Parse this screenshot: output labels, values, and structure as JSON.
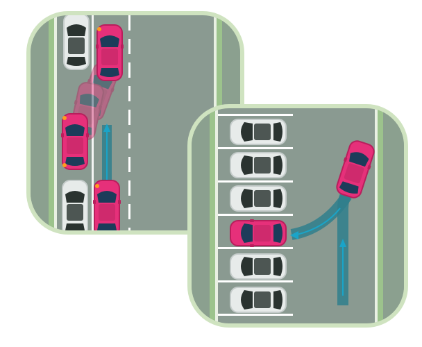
{
  "colors": {
    "background": "#ffffff",
    "frame": "#cfe3c0",
    "asphalt": "#8a9a91",
    "asphalt_dark": "#7b8b83",
    "curb_green": "#9cc38c",
    "lane_marking": "#ffffff",
    "path_arrow": "#1aa4c8",
    "path_trail": "#2f7f8c",
    "player_car": "#e6307a",
    "player_car_dark": "#b81e5c",
    "player_glass": "#1c3c5a",
    "indicator_light": "#ff9b1f",
    "parked_car": "#4d5653",
    "parked_car_light": "#e7ebea",
    "parked_glass": "#2a3330"
  },
  "panels": [
    {
      "id": "parallel-parking",
      "description_icon": "parallel-parking-maneuver",
      "cars": {
        "parked": 2,
        "player_ghost_steps": 3
      },
      "indicators_on": true
    },
    {
      "id": "perpendicular-parking",
      "description_icon": "perpendicular-parking-maneuver",
      "bays": 6,
      "occupied_bays": 5,
      "target_bay": 4
    }
  ]
}
